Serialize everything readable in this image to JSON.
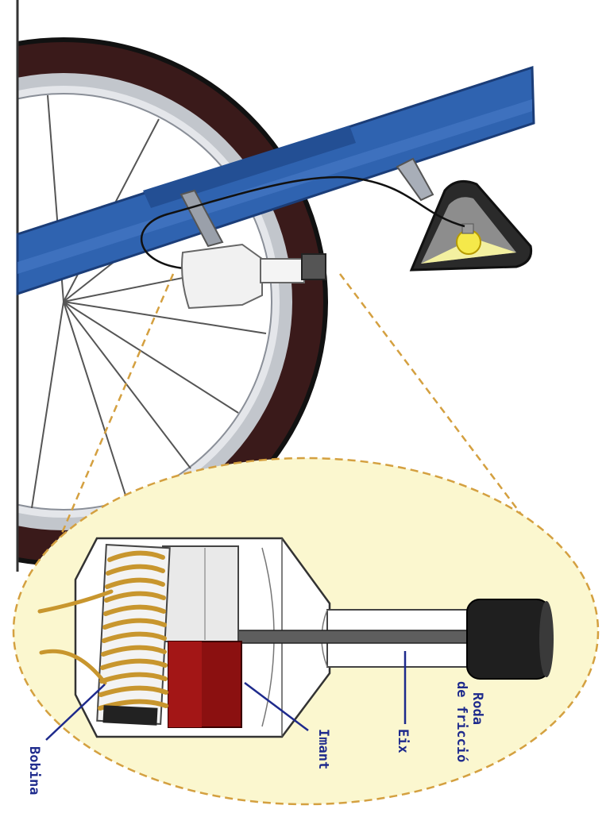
{
  "labels": {
    "coil": "Bobina",
    "magnet": "Imant",
    "axle": "Eix",
    "friction_wheel_line1": "Roda",
    "friction_wheel_line2": "de fricció"
  },
  "colors": {
    "frame": "#2f63b0",
    "tire": "#3a1a1a",
    "rim": "#b8bcc4",
    "zoom_bg": "#fbf7cf",
    "zoom_border": "#d4a040",
    "magnet": "#8b1010",
    "coil": "#c8962e",
    "label": "#1e2a8c"
  }
}
